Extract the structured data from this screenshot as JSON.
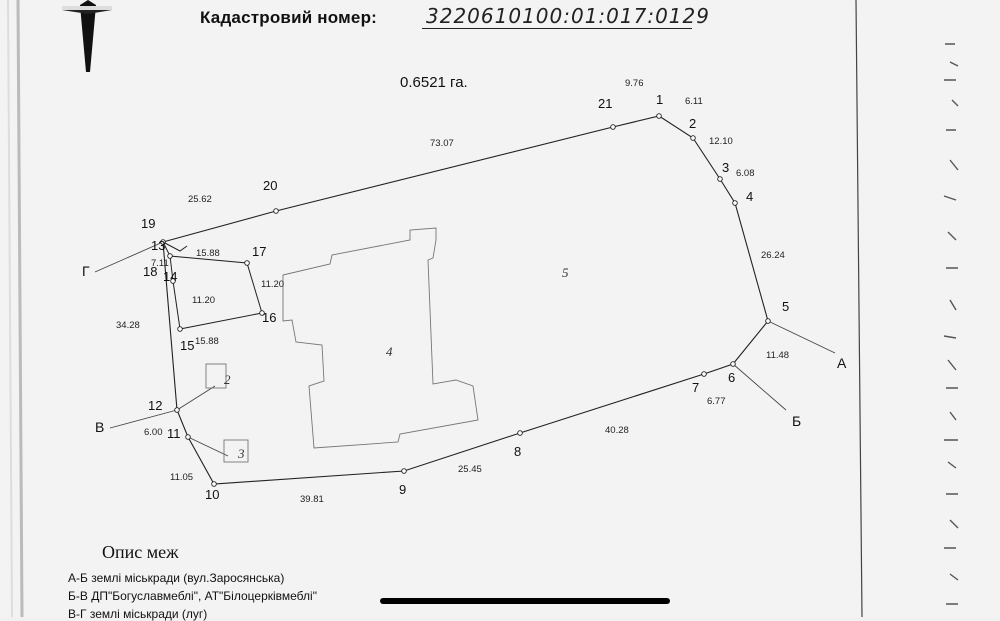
{
  "header": {
    "label": "Кадастровий номер:",
    "number": "3220610100:01:017:0129"
  },
  "area": "0.6521 га.",
  "points": [
    {
      "id": "1",
      "name": "1"
    },
    {
      "id": "2",
      "name": "2"
    },
    {
      "id": "3",
      "name": "3"
    },
    {
      "id": "4",
      "name": "4"
    },
    {
      "id": "5",
      "name": "5"
    },
    {
      "id": "6",
      "name": "6"
    },
    {
      "id": "7",
      "name": "7"
    },
    {
      "id": "8",
      "name": "8"
    },
    {
      "id": "9",
      "name": "9"
    },
    {
      "id": "10",
      "name": "10"
    },
    {
      "id": "11",
      "name": "11"
    },
    {
      "id": "12",
      "name": "12"
    },
    {
      "id": "13",
      "name": "13"
    },
    {
      "id": "14",
      "name": "14"
    },
    {
      "id": "15",
      "name": "15"
    },
    {
      "id": "16",
      "name": "16"
    },
    {
      "id": "17",
      "name": "17"
    },
    {
      "id": "18",
      "name": "18"
    },
    {
      "id": "19",
      "name": "19"
    },
    {
      "id": "20",
      "name": "20"
    },
    {
      "id": "21",
      "name": "21"
    }
  ],
  "distances": {
    "d21_1": "9.76",
    "d1_2": "6.11",
    "d2_3": "12.10",
    "d3_4": "6.08",
    "d4_5": "26.24",
    "d5_6": "11.48",
    "d6_7": "6.77",
    "d7_8": "40.28",
    "d8_9": "25.45",
    "d9_10": "39.81",
    "d10_11": "11.05",
    "d11_12": "6.00",
    "d12_18": "34.28",
    "d13_20": "25.62",
    "d20_21": "73.07",
    "d13_17": "15.88",
    "d13_14": "7.11",
    "d14_15": "11.20",
    "d17_16": "11.20",
    "d15_16": "15.88"
  },
  "boundary_letters": {
    "a": "А",
    "b": "Б",
    "v": "В",
    "g": "Г"
  },
  "building_labels": {
    "b2": "2",
    "b3": "3",
    "b4": "4",
    "b5": "5"
  },
  "description": {
    "title": "Опис меж",
    "lines": [
      "А-Б  землі міськради (вул.Заросянська)",
      "Б-В  ДП\"Богуславмеблі\", АТ\"Білоцерківмеблі\"",
      "В-Г  землі міськради (луг)"
    ]
  }
}
